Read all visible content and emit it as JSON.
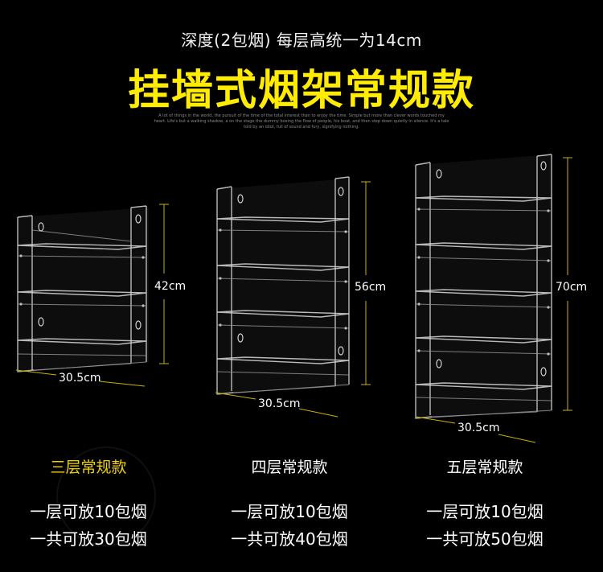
{
  "header": {
    "subtitle": "深度(2包烟)  每层高统一为14cm",
    "title": "挂墙式烟架常规款",
    "fineprint": "A lot of things in the world, the pursuit of the time of the total interest than to enjoy the time. Simple but more than clever words touched my heart. Life's but a walking shadow, a on the stage the dummy boxing the flow of people, his boat, and then step down quietly in silence. It's a tale told by an idiot, full of sound and fury, signifying nothing."
  },
  "products": [
    {
      "height_label": "42cm",
      "width_label": "30.5cm",
      "tiers": 3,
      "name": "三层常规款",
      "line1": "一层可放10包烟",
      "line2": "一共可放30包烟"
    },
    {
      "height_label": "56cm",
      "width_label": "30.5cm",
      "tiers": 4,
      "name": "四层常规款",
      "line1": "一层可放10包烟",
      "line2": "一共可放40包烟"
    },
    {
      "height_label": "70cm",
      "width_label": "30.5cm",
      "tiers": 5,
      "name": "五层常规款",
      "line1": "一层可放10包烟",
      "line2": "一共可放50包烟"
    }
  ],
  "colors": {
    "accent": "#ffec00",
    "name_text": "#f0d200",
    "background": "#000000"
  }
}
